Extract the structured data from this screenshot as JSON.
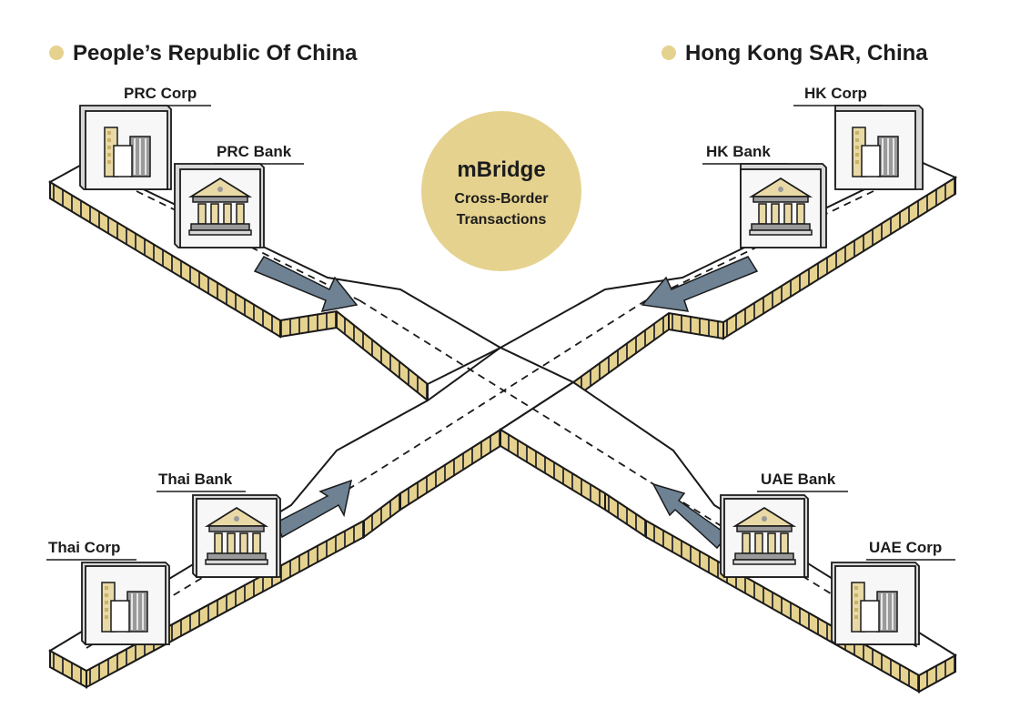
{
  "regions": {
    "prc": "People’s Republic Of China",
    "hk": "Hong Kong SAR, China"
  },
  "nodes": {
    "prc_corp": "PRC Corp",
    "prc_bank": "PRC Bank",
    "hk_corp": "HK Corp",
    "hk_bank": "HK Bank",
    "thai_bank": "Thai Bank",
    "thai_corp": "Thai Corp",
    "uae_bank": "UAE Bank",
    "uae_corp": "UAE Corp"
  },
  "hub": {
    "title": "mBridge",
    "line1": "Cross-Border",
    "line2": "Transactions"
  },
  "colors": {
    "gold": "#e6d28f",
    "gold_dark": "#c9b26a",
    "arrow": "#6e8294",
    "outline": "#1a1a1a",
    "box_face": "#f7f7f7",
    "box_side": "#d8d8d8",
    "icon_building": "#9a9a9a",
    "icon_window": "#e8d9a6"
  },
  "icons": {
    "corp": "office-building-icon",
    "bank": "bank-icon"
  }
}
